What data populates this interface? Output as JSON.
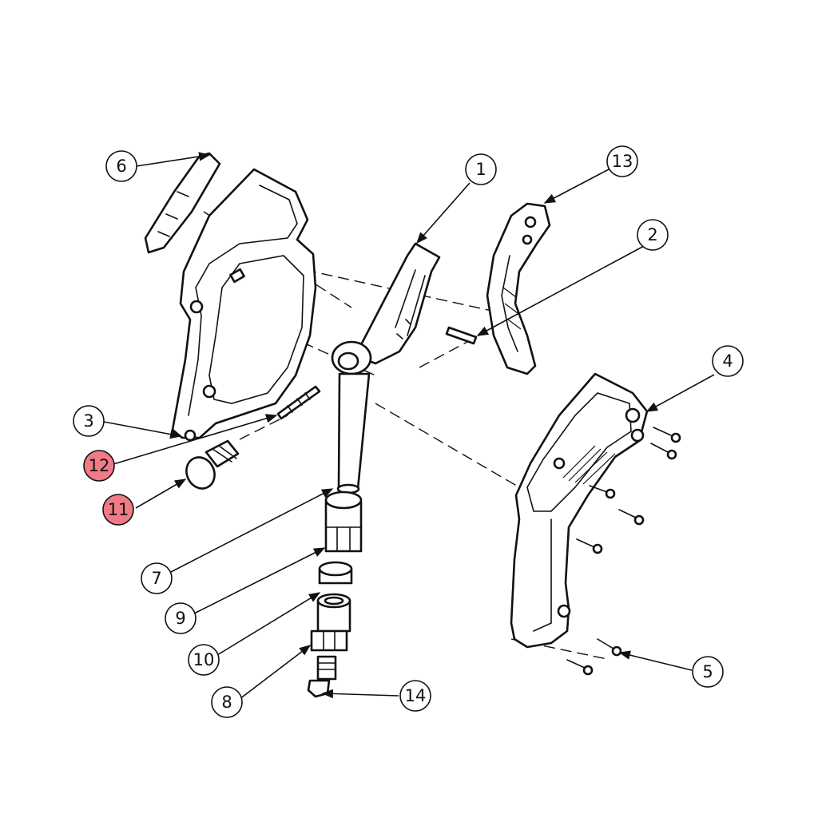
{
  "colors": {
    "line": "#111111",
    "background": "#ffffff",
    "callout_default_fill": "#ffffff",
    "callout_highlight_fill": "#f07b86"
  },
  "callouts": [
    {
      "label": "1",
      "highlighted": false
    },
    {
      "label": "2",
      "highlighted": false
    },
    {
      "label": "3",
      "highlighted": false
    },
    {
      "label": "4",
      "highlighted": false
    },
    {
      "label": "5",
      "highlighted": false
    },
    {
      "label": "6",
      "highlighted": false
    },
    {
      "label": "7",
      "highlighted": false
    },
    {
      "label": "8",
      "highlighted": false
    },
    {
      "label": "9",
      "highlighted": false
    },
    {
      "label": "10",
      "highlighted": false
    },
    {
      "label": "11",
      "highlighted": true
    },
    {
      "label": "12",
      "highlighted": true
    },
    {
      "label": "13",
      "highlighted": false
    },
    {
      "label": "14",
      "highlighted": false
    }
  ]
}
